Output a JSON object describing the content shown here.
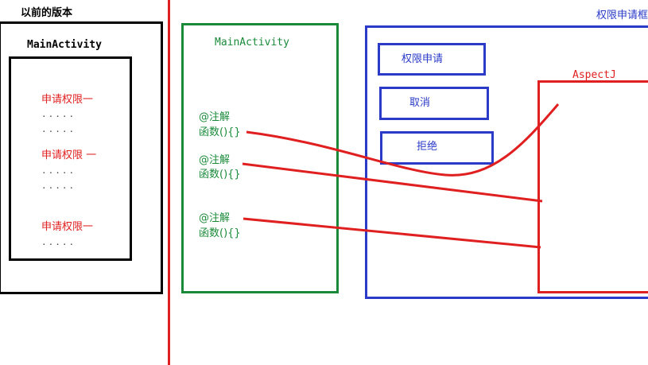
{
  "old_version": {
    "title": "以前的版本",
    "activity_label": "MainActivity",
    "items": [
      {
        "label": "申请权限一",
        "dots": [
          "·····",
          "·····"
        ]
      },
      {
        "label": "申请权限 一",
        "dots": [
          "·····",
          "·····"
        ]
      },
      {
        "label": "申请权限一",
        "dots": [
          "·····"
        ]
      }
    ]
  },
  "new_activity": {
    "label": "MainActivity",
    "methods": [
      {
        "annotation": "@注解",
        "function": "函数(){}"
      },
      {
        "annotation": "@注解",
        "function": "函数(){}"
      },
      {
        "annotation": "@注解",
        "function": "函数(){}"
      }
    ]
  },
  "permission_box": {
    "title": "权限申请框",
    "buttons": [
      "权限申请",
      "取消",
      "拒绝"
    ]
  },
  "aspectj": {
    "label": "AspectJ"
  },
  "colors": {
    "divider": "#e02020",
    "old_box": "#000000",
    "activity_box": "#1a8a3a",
    "permission_box": "#2b3bc8",
    "aspectj_box": "#e02020",
    "arrows": "#e02020"
  }
}
